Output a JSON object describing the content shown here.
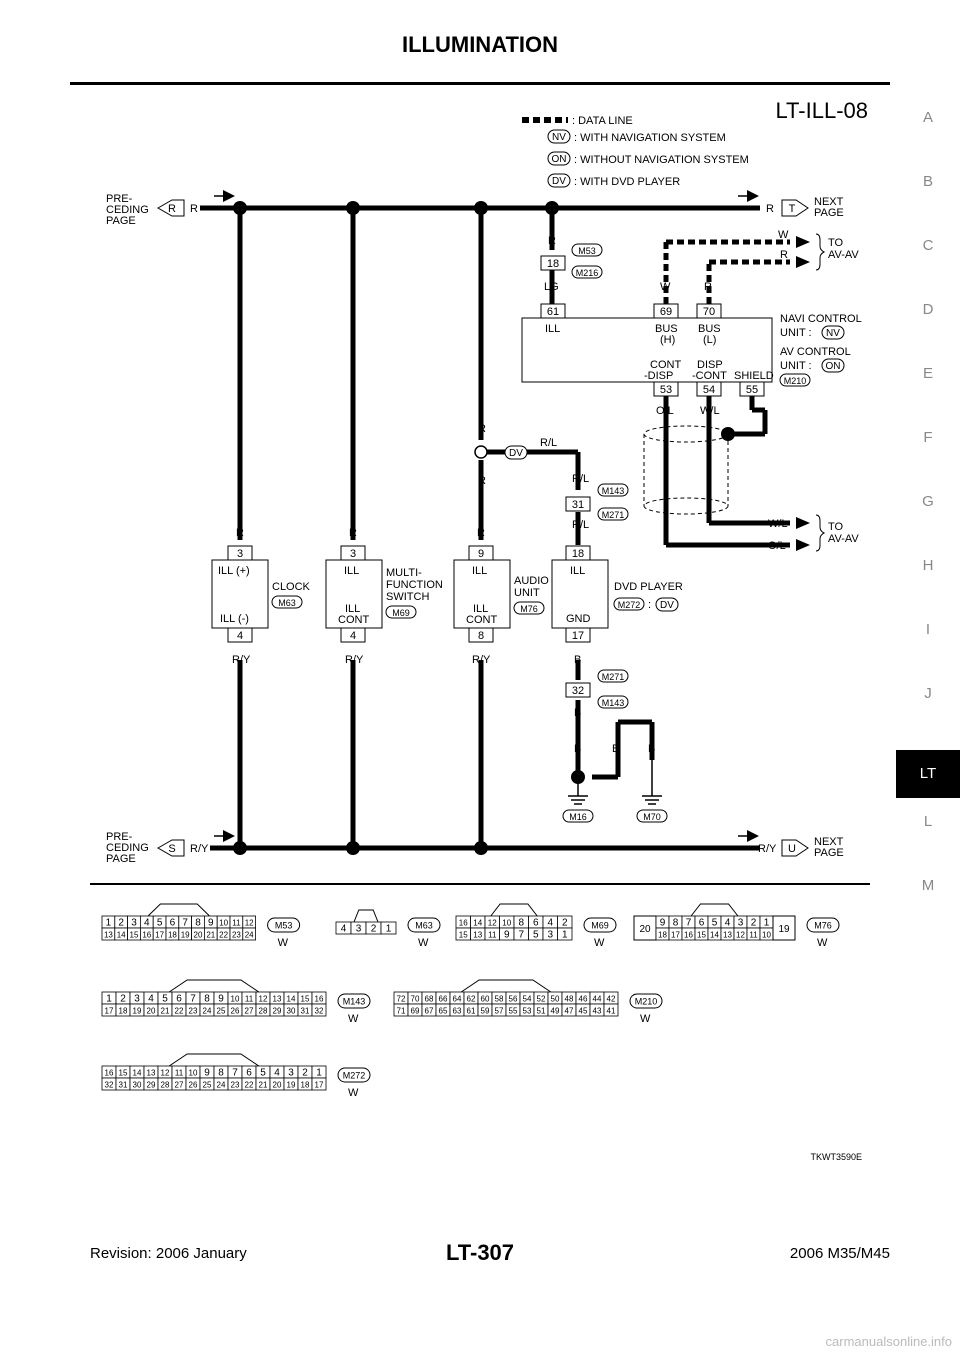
{
  "page": {
    "title": "ILLUMINATION",
    "diagram_id": "LT-ILL-08",
    "figure_code": "TKWT3590E",
    "revision": "Revision: 2006 January",
    "page_number": "LT-307",
    "model": "2006 M35/M45",
    "watermark": "carmanualsonline.info"
  },
  "side_tabs": [
    "A",
    "B",
    "C",
    "D",
    "E",
    "F",
    "G",
    "H",
    "I",
    "J",
    "LT",
    "L",
    "M"
  ],
  "active_tab": "LT",
  "legend": {
    "data_line": ": DATA LINE",
    "nv_code": "NV",
    "nv_text": ": WITH NAVIGATION SYSTEM",
    "on_code": "ON",
    "on_text": ": WITHOUT NAVIGATION SYSTEM",
    "dv_code": "DV",
    "dv_text": ": WITH DVD PLAYER"
  },
  "offpage": {
    "preceding_l1": "PRE-",
    "preceding_l2": "CEDING",
    "preceding_l3": "PAGE",
    "next_l1": "NEXT",
    "next_l2": "PAGE",
    "top_letter_left": "R",
    "top_letter_right": "T",
    "bot_letter_left": "S",
    "bot_letter_right": "U",
    "to_l1": "TO",
    "to_l2": "AV-AV"
  },
  "wires": {
    "R": "R",
    "RY": "R/Y",
    "LG": "LG",
    "W": "W",
    "RL": "R/L",
    "OL": "O/L",
    "WL": "W/L",
    "B": "B"
  },
  "components": {
    "clock": {
      "name": "CLOCK",
      "code": "M63",
      "pin_a": "3",
      "pin_a_name": "ILL (+)",
      "pin_b": "4",
      "pin_b_name": "ILL (-)"
    },
    "mfs": {
      "name_l1": "MULTI-",
      "name_l2": "FUNCTION",
      "name_l3": "SWITCH",
      "code": "M69",
      "pin_a": "3",
      "pin_a_name": "ILL",
      "pin_b": "4",
      "pin_b_l1": "ILL",
      "pin_b_l2": "CONT"
    },
    "audio": {
      "name_l1": "AUDIO",
      "name_l2": "UNIT",
      "code": "M76",
      "pin_a": "9",
      "pin_a_name": "ILL",
      "pin_b": "8",
      "pin_b_l1": "ILL",
      "pin_b_l2": "CONT"
    },
    "dvd": {
      "name": "DVD PLAYER",
      "code": "M272",
      "colon": ":",
      "option": "DV",
      "pin_a": "18",
      "pin_a_name": "ILL",
      "pin_b": "17",
      "pin_b_name": "GND"
    },
    "navi": {
      "name_l1": "NAVI CONTROL",
      "name_l2": "UNIT :",
      "opt1": "NV",
      "name_l3": "AV CONTROL",
      "name_l4": "UNIT :",
      "opt2": "ON",
      "code": "M210",
      "pins": [
        "61",
        "69",
        "70",
        "53",
        "54",
        "55"
      ],
      "pin_61": "ILL",
      "pin_69_l1": "BUS",
      "pin_69_l2": "(H)",
      "pin_70_l1": "BUS",
      "pin_70_l2": "(L)",
      "pin_53_l1": "CONT",
      "pin_53_l2": "-DISP",
      "pin_54_l1": "DISP",
      "pin_54_l2": "-CONT",
      "pin_55": "SHIELD"
    },
    "jc18": {
      "pin": "18",
      "code_a": "M53",
      "code_b": "M216"
    },
    "jc31": {
      "pin": "31",
      "code_a": "M143",
      "code_b": "M271"
    },
    "jc32": {
      "pin": "32",
      "code_a": "M271",
      "code_b": "M143"
    },
    "grounds": [
      "M16",
      "M70"
    ]
  },
  "connector_views": [
    {
      "code": "M53",
      "color": "W",
      "row1": [
        "1",
        "2",
        "3",
        "4",
        "5",
        "6",
        "7",
        "8",
        "9",
        "10",
        "11",
        "12"
      ],
      "row2": [
        "13",
        "14",
        "15",
        "16",
        "17",
        "18",
        "19",
        "20",
        "21",
        "22",
        "23",
        "24"
      ]
    },
    {
      "code": "M63",
      "color": "W",
      "row1": [
        "4",
        "3",
        "2",
        "1"
      ],
      "row2": []
    },
    {
      "code": "M69",
      "color": "W",
      "row1": [
        "16",
        "14",
        "12",
        "10",
        "8",
        "6",
        "4",
        "2"
      ],
      "row2": [
        "15",
        "13",
        "11",
        "9",
        "7",
        "5",
        "3",
        "1"
      ]
    },
    {
      "code": "M76",
      "color": "W",
      "side_left": "20",
      "side_right": "19",
      "row1": [
        "9",
        "8",
        "7",
        "6",
        "5",
        "4",
        "3",
        "2",
        "1"
      ],
      "row2": [
        "18",
        "17",
        "16",
        "15",
        "14",
        "13",
        "12",
        "11",
        "10"
      ]
    },
    {
      "code": "M143",
      "color": "W",
      "row1": [
        "1",
        "2",
        "3",
        "4",
        "5",
        "6",
        "7",
        "8",
        "9",
        "10",
        "11",
        "12",
        "13",
        "14",
        "15",
        "16"
      ],
      "row2": [
        "17",
        "18",
        "19",
        "20",
        "21",
        "22",
        "23",
        "24",
        "25",
        "26",
        "27",
        "28",
        "29",
        "30",
        "31",
        "32"
      ]
    },
    {
      "code": "M210",
      "color": "W",
      "row1": [
        "72",
        "70",
        "68",
        "66",
        "64",
        "62",
        "60",
        "58",
        "56",
        "54",
        "52",
        "50",
        "48",
        "46",
        "44",
        "42"
      ],
      "row2": [
        "71",
        "69",
        "67",
        "65",
        "63",
        "61",
        "59",
        "57",
        "55",
        "53",
        "51",
        "49",
        "47",
        "45",
        "43",
        "41"
      ]
    },
    {
      "code": "M272",
      "color": "W",
      "row1": [
        "16",
        "15",
        "14",
        "13",
        "12",
        "11",
        "10",
        "9",
        "8",
        "7",
        "6",
        "5",
        "4",
        "3",
        "2",
        "1"
      ],
      "row2": [
        "32",
        "31",
        "30",
        "29",
        "28",
        "27",
        "26",
        "25",
        "24",
        "23",
        "22",
        "21",
        "20",
        "19",
        "18",
        "17"
      ]
    }
  ]
}
